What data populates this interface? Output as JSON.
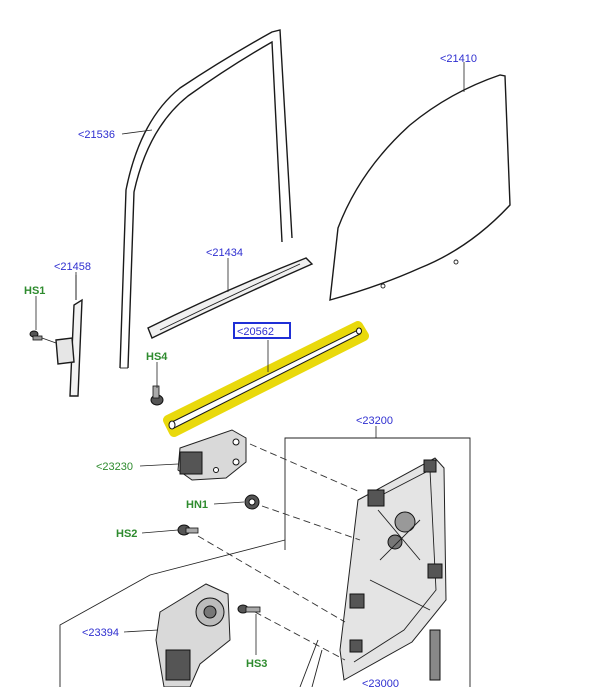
{
  "labels": {
    "p21536": "<21536",
    "p21410": "<21410",
    "p21458": "<21458",
    "p21434": "<21434",
    "p20562": "<20562",
    "p23200": "<23200",
    "p23230": "<23230",
    "p23394": "<23394",
    "p23000": "<23000",
    "hs1": "HS1",
    "hs4": "HS4",
    "hn1": "HN1",
    "hs2": "HS2",
    "hs3": "HS3"
  },
  "colors": {
    "reference_text": "#2f2fd0",
    "hardware_text": "#2e8b2e",
    "highlight": "#f5ea1a",
    "selected_box": "#1f2fd6"
  },
  "selected_part": "<20562"
}
